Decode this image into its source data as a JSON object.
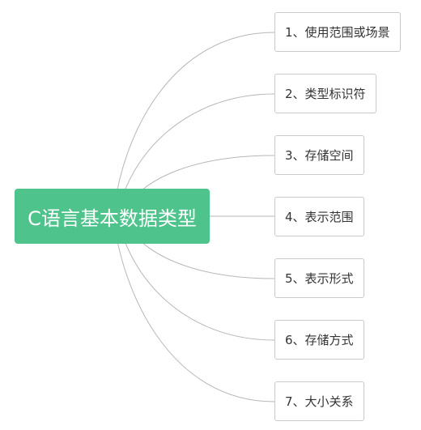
{
  "mindmap": {
    "root": {
      "label": "C语言基本数据类型",
      "color": "#4fc38c"
    },
    "children": [
      {
        "label": "1、使用范围或场景"
      },
      {
        "label": "2、类型标识符"
      },
      {
        "label": "3、存储空间"
      },
      {
        "label": "4、表示范围"
      },
      {
        "label": "5、表示形式"
      },
      {
        "label": "6、存储方式"
      },
      {
        "label": "7、大小关系"
      }
    ],
    "connector_color": "#b7b7b7"
  }
}
